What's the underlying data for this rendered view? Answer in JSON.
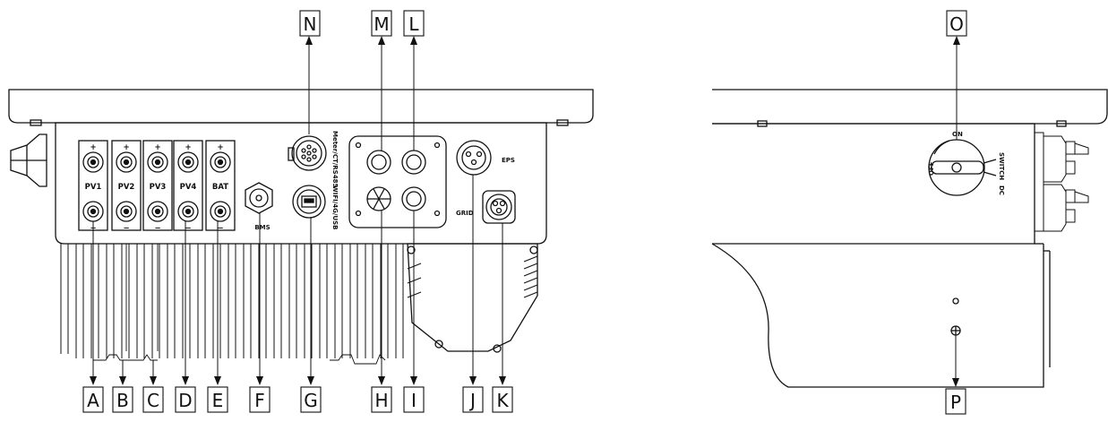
{
  "callouts": {
    "A": "A",
    "B": "B",
    "C": "C",
    "D": "D",
    "E": "E",
    "F": "F",
    "G": "G",
    "H": "H",
    "I": "I",
    "J": "J",
    "K": "K",
    "L": "L",
    "M": "M",
    "N": "N",
    "O": "O",
    "P": "P"
  },
  "ports": {
    "pv1": "PV1",
    "pv2": "PV2",
    "pv3": "PV3",
    "pv4": "PV4",
    "bat": "BAT",
    "bms": "BMS",
    "meter": "Meter/CT/RS485",
    "wifi": "WIFI/4G/USB",
    "eps": "EPS",
    "grid": "GRID"
  },
  "polarity": {
    "plus": "+",
    "minus": "−"
  },
  "switch": {
    "on": "ON",
    "off": "OFF",
    "dc": "DC",
    "switch_label": "SWITCH"
  }
}
